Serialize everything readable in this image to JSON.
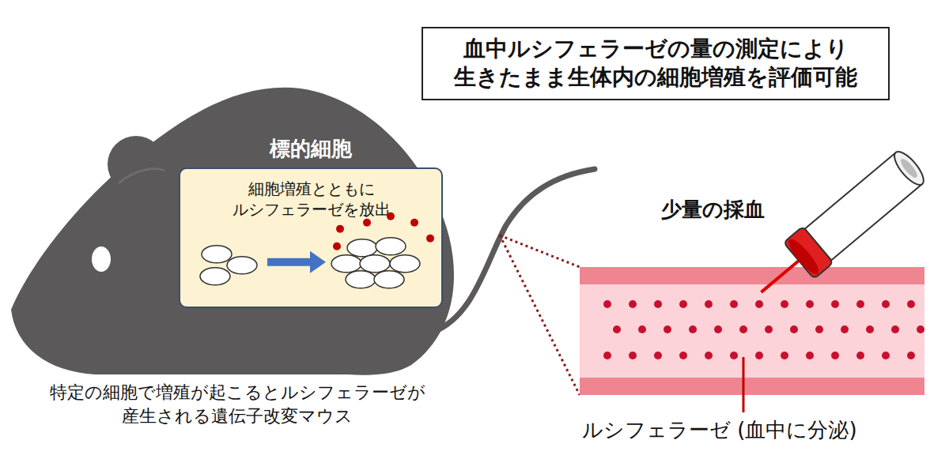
{
  "diagram": {
    "nodes": [
      {
        "text": [
          "血中ルシフェラーゼの量の測定により 生きたまま生体内の細胞増殖を評価可能"
        ]
      },
      {
        "text": [
          "標的細胞",
          "細胞増殖とともに ルシフェラーゼを放出"
        ]
      }
    ],
    "labels": [
      "特定の細胞で増殖が起こるとルシフェラーゼが 産生される遺伝子改変マウス",
      "少量の採血",
      "ルシフェラーゼ (血中に分泌)"
    ]
  }
}
